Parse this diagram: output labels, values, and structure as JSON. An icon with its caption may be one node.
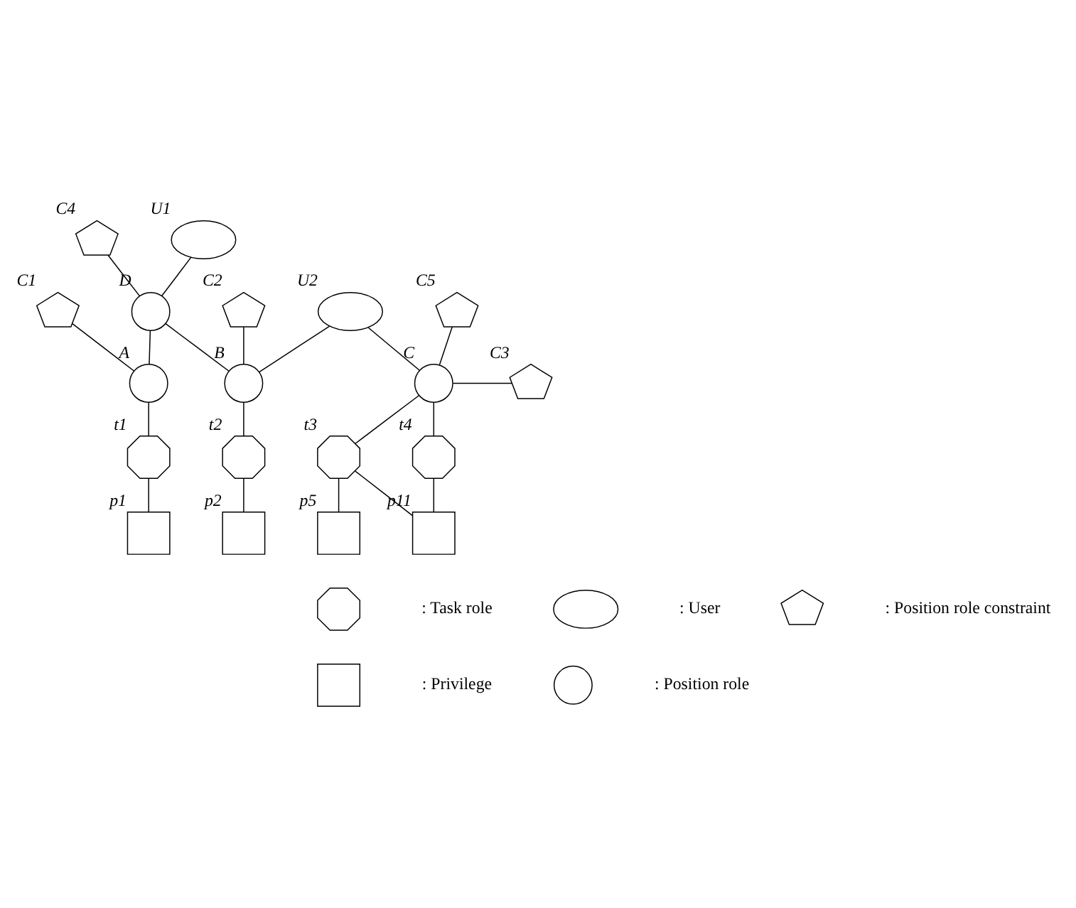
{
  "diagram": {
    "nodes": [
      {
        "text": [],
        "shape": "pentagon",
        "beside": [
          "C4"
        ]
      },
      {
        "text": [],
        "shape": "ellipse",
        "beside": [
          "U1"
        ]
      },
      {
        "text": [],
        "shape": "ellipse",
        "beside": [
          "U2"
        ]
      },
      {
        "text": [],
        "shape": "pentagon",
        "beside": [
          "C5"
        ]
      },
      {
        "text": [],
        "shape": "circle",
        "beside": [
          "D"
        ]
      },
      {
        "text": [],
        "shape": "pentagon",
        "beside": [
          "C2"
        ]
      },
      {
        "text": [],
        "shape": "pentagon",
        "beside": [
          "C1"
        ]
      },
      {
        "text": [],
        "shape": "circle",
        "beside": [
          "C"
        ]
      },
      {
        "text": [],
        "shape": "pentagon",
        "beside": [
          "C3"
        ]
      },
      {
        "text": [],
        "shape": "circle",
        "beside": [
          "A"
        ]
      },
      {
        "text": [],
        "shape": "circle",
        "beside": [
          "B"
        ]
      },
      {
        "text": [],
        "shape": "octagon",
        "beside": [
          "t1"
        ]
      },
      {
        "text": [],
        "shape": "octagon",
        "beside": [
          "t2"
        ]
      },
      {
        "text": [],
        "shape": "octagon",
        "beside": [
          "t3"
        ]
      },
      {
        "text": [],
        "shape": "octagon",
        "beside": [
          "t4"
        ]
      },
      {
        "text": [],
        "shape": "box",
        "beside": [
          "p1"
        ]
      },
      {
        "text": [],
        "shape": "box",
        "beside": [
          "p2"
        ]
      },
      {
        "text": [],
        "shape": "box",
        "beside": [
          "p5"
        ]
      },
      {
        "text": [],
        "shape": "box",
        "beside": [
          "p11"
        ]
      },
      {
        "text": [],
        "shape": "octagon"
      },
      {
        "text": [],
        "shape": "ellipse"
      },
      {
        "text": [],
        "shape": "pentagon"
      },
      {
        "text": [],
        "shape": "box"
      },
      {
        "text": [],
        "shape": "circle"
      }
    ],
    "edges": [
      {
        "from": 0,
        "to": 4,
        "arrow": "none"
      },
      {
        "from": 1,
        "to": 4,
        "arrow": "none"
      },
      {
        "from": 4,
        "to": 9,
        "arrow": "none"
      },
      {
        "from": 4,
        "to": 10,
        "arrow": "none"
      },
      {
        "from": 6,
        "to": 9,
        "arrow": "none"
      },
      {
        "from": 5,
        "to": 10,
        "arrow": "none"
      },
      {
        "from": 2,
        "to": 10,
        "arrow": "none"
      },
      {
        "from": 2,
        "to": 7,
        "arrow": "none"
      },
      {
        "from": 3,
        "to": 7,
        "arrow": "none"
      },
      {
        "from": 7,
        "to": 8,
        "arrow": "none"
      },
      {
        "from": 9,
        "to": 11,
        "arrow": "none"
      },
      {
        "from": 10,
        "to": 12,
        "arrow": "none"
      },
      {
        "from": 7,
        "to": 13,
        "arrow": "none"
      },
      {
        "from": 7,
        "to": 14,
        "arrow": "none"
      },
      {
        "from": 11,
        "to": 15,
        "arrow": "none"
      },
      {
        "from": 12,
        "to": 16,
        "arrow": "none"
      },
      {
        "from": 13,
        "to": 17,
        "arrow": "none"
      },
      {
        "from": 13,
        "to": 18,
        "arrow": "none"
      },
      {
        "from": 14,
        "to": 18,
        "arrow": "none"
      }
    ],
    "legend": [
      {
        "text": ": Task role"
      },
      {
        "text": ": User"
      },
      {
        "text": ": Position role constraint"
      },
      {
        "text": ": Privilege"
      },
      {
        "text": ": Position role"
      }
    ]
  }
}
